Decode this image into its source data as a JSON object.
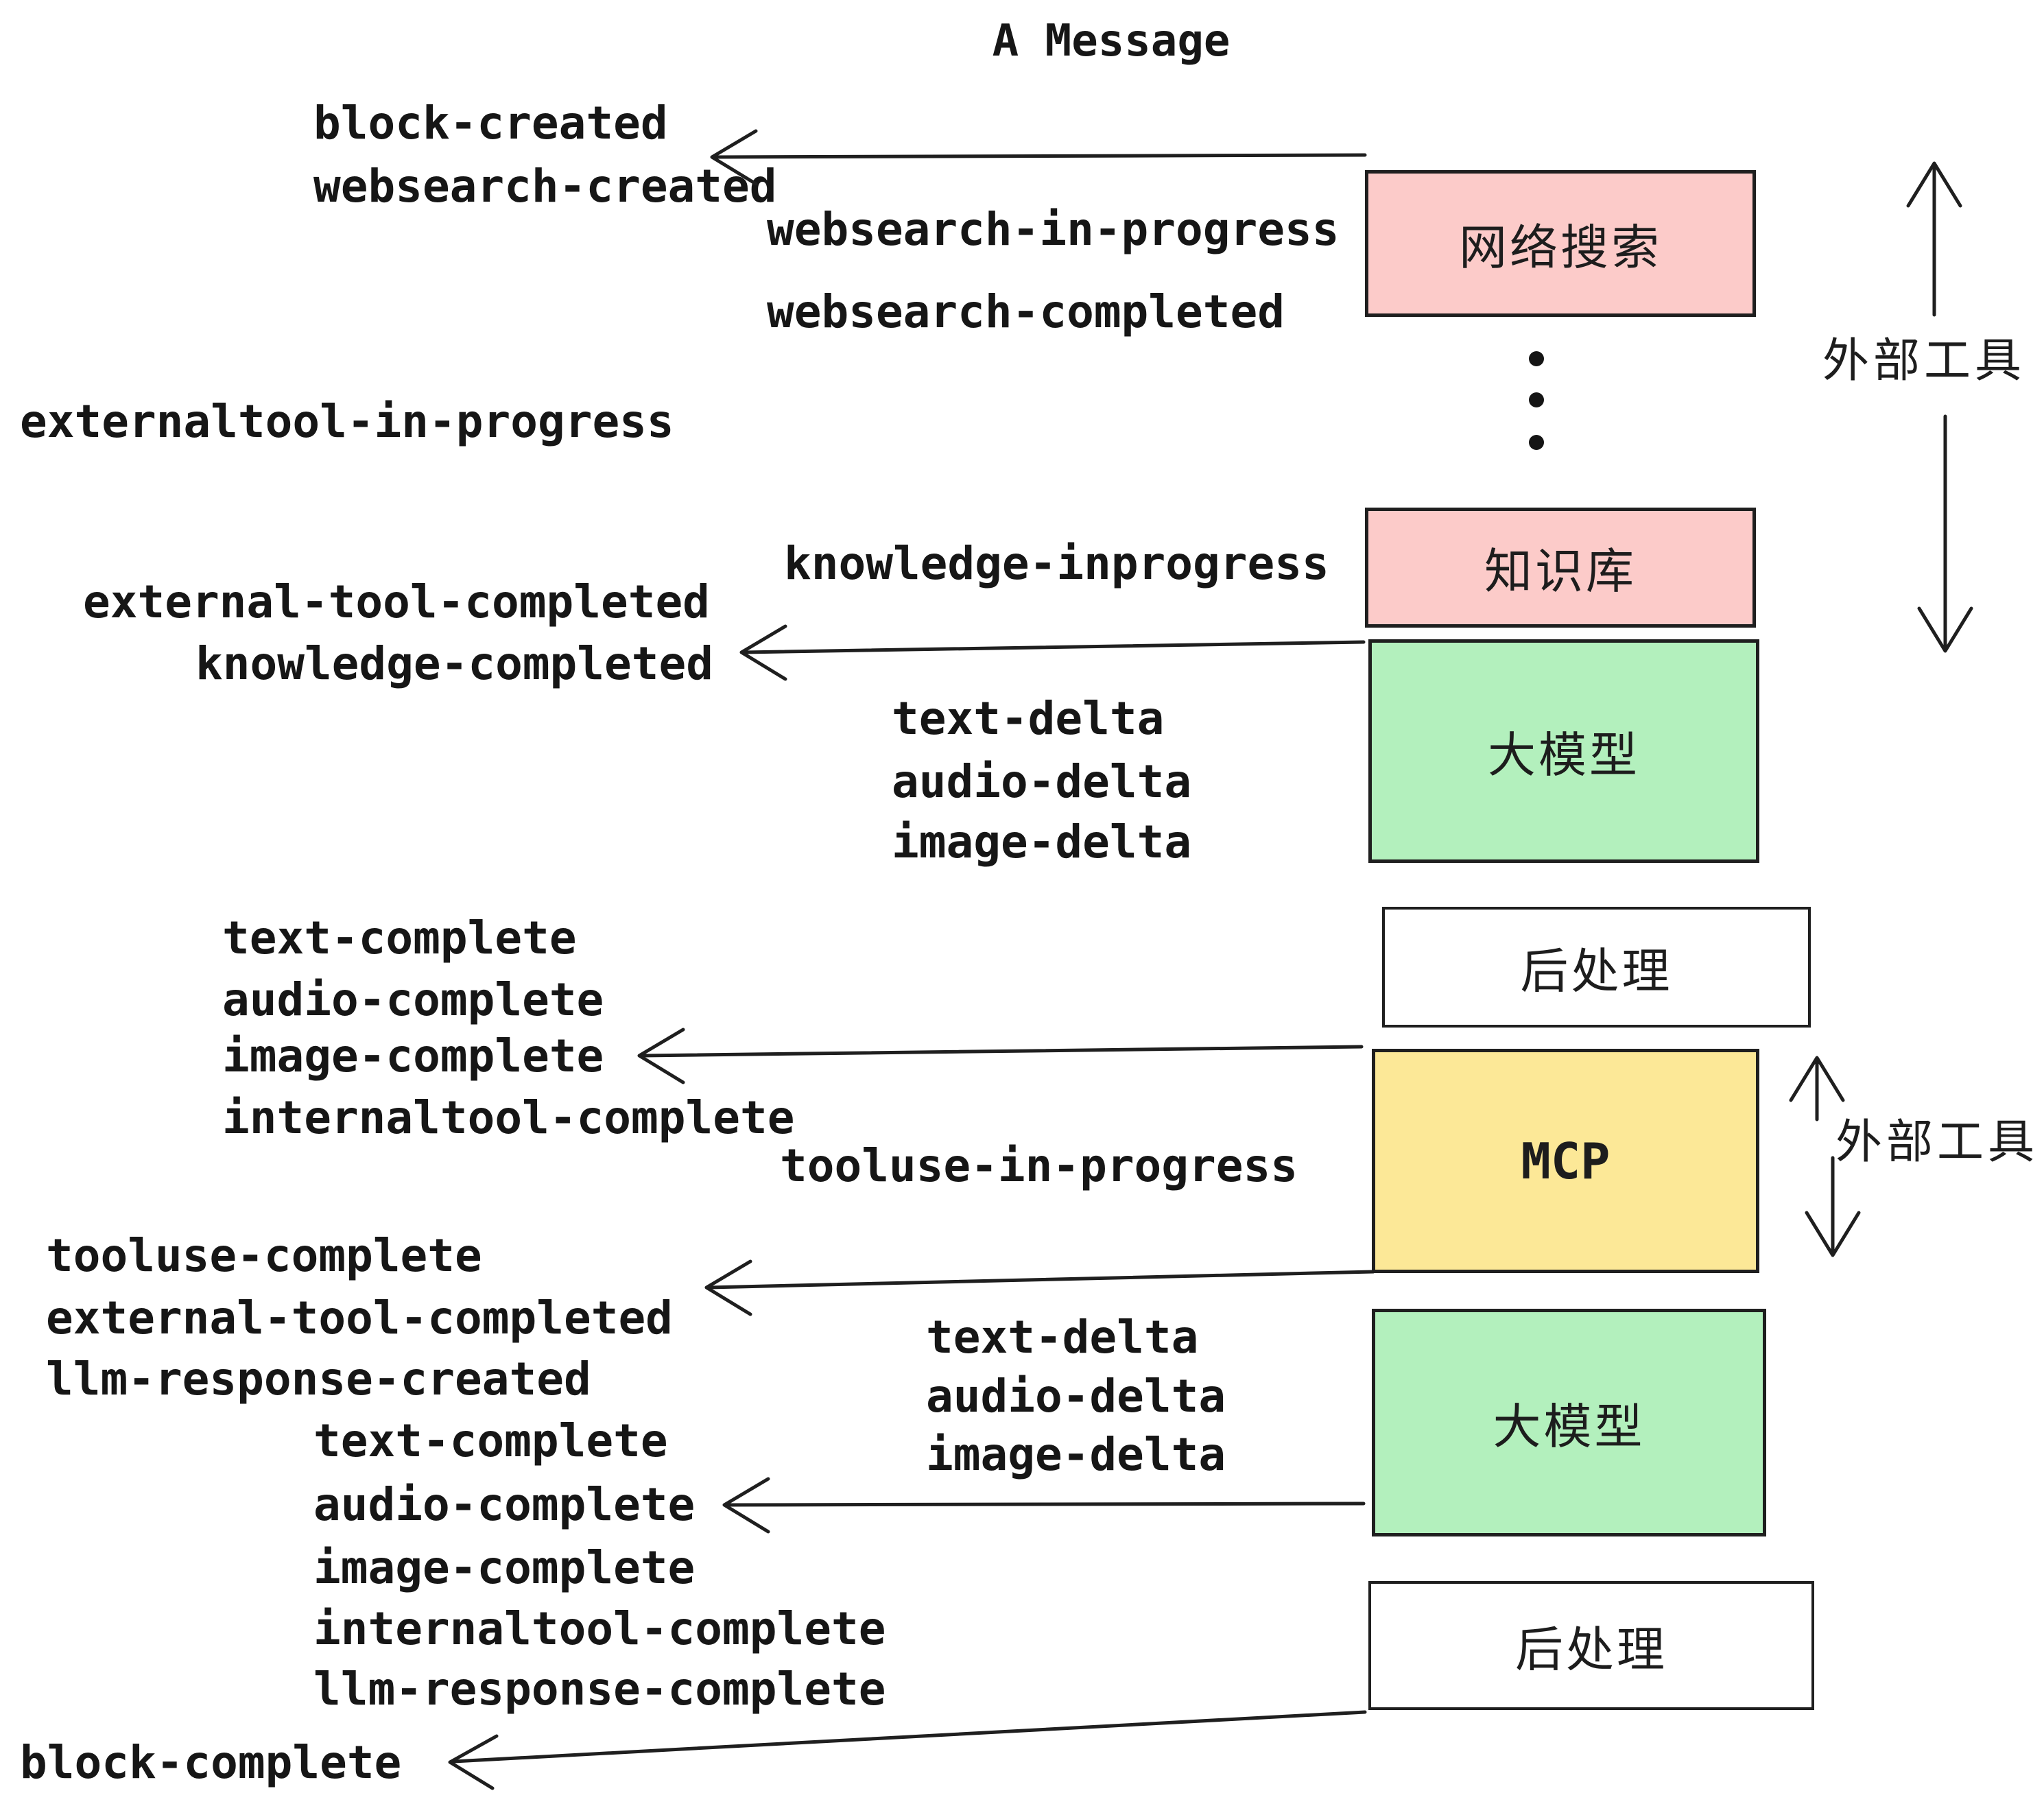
{
  "title": "A Message",
  "colors": {
    "pink": "#fccbc9",
    "green": "#b3f0bd",
    "yellow": "#fce897",
    "ink": "#1f1f1f",
    "text": "#161616"
  },
  "boxes": {
    "websearch": {
      "label": "网络搜索"
    },
    "knowledge": {
      "label": "知识库"
    },
    "llm1": {
      "label": "大模型"
    },
    "post1": {
      "label": "后处理"
    },
    "mcp": {
      "label": "MCP"
    },
    "llm2": {
      "label": "大模型"
    },
    "post2": {
      "label": "后处理"
    }
  },
  "side_labels": {
    "top": "外部工具",
    "bottom": "外部工具"
  },
  "events": {
    "block_created": "block-created",
    "websearch_created": "websearch-created",
    "websearch_in_progress": "websearch-in-progress",
    "websearch_completed": "websearch-completed",
    "externaltool_in_progress": "externaltool-in-progress",
    "knowledge_inprogress": "knowledge-inprogress",
    "external_tool_completed_1": "external-tool-completed",
    "knowledge_completed": "knowledge-completed",
    "text_delta_1": "text-delta",
    "audio_delta_1": "audio-delta",
    "image_delta_1": "image-delta",
    "text_complete_1": "text-complete",
    "audio_complete_1": "audio-complete",
    "image_complete_1": "image-complete",
    "internaltool_complete_1": "internaltool-complete",
    "tooluse_in_progress": "tooluse-in-progress",
    "tooluse_complete": "tooluse-complete",
    "external_tool_completed_2": "external-tool-completed",
    "llm_response_created": "llm-response-created",
    "text_delta_2": "text-delta",
    "audio_delta_2": "audio-delta",
    "image_delta_2": "image-delta",
    "text_complete_2": "text-complete",
    "audio_complete_2": "audio-complete",
    "image_complete_2": "image-complete",
    "internaltool_complete_2": "internaltool-complete",
    "llm_response_complete": "llm-response-complete",
    "block_complete": "block-complete"
  }
}
